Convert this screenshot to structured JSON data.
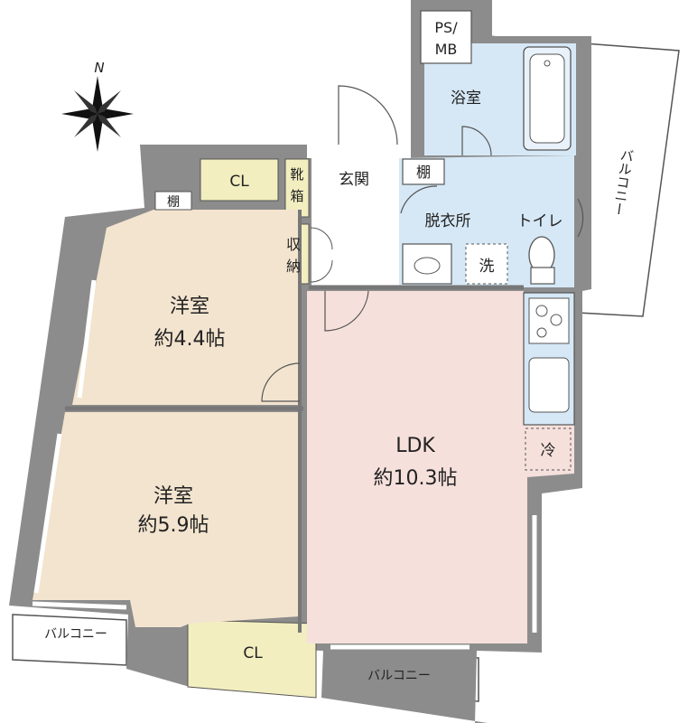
{
  "compass": {
    "north_letter": "N"
  },
  "rooms": {
    "western_room_1": {
      "name": "洋室",
      "size": "約4.4帖"
    },
    "western_room_2": {
      "name": "洋室",
      "size": "約5.9帖"
    },
    "ldk": {
      "name": "LDK",
      "size": "約10.3帖"
    },
    "bathroom": "浴室",
    "ps_mb_line1": "PS/",
    "ps_mb_line2": "MB",
    "entrance": "玄関",
    "dressing_room": "脱衣所",
    "toilet": "トイレ",
    "shelf_upper": "棚",
    "shelf_hall": "棚",
    "closet_top": "CL",
    "closet_bottom": "CL",
    "shoe_box_line1": "靴",
    "shoe_box_line2": "箱",
    "storage_line1": "収",
    "storage_line2": "納",
    "washer": "洗",
    "fridge": "冷",
    "balcony_right": "バルコニー",
    "balcony_left_bottom": "バルコニー",
    "balcony_center_bottom": "バルコニー"
  },
  "colors": {
    "wall": "#8c8c8c",
    "western_room": "#f3e4cf",
    "ldk": "#f6e0dc",
    "wet_area": "#d6e8f6",
    "closet": "#f2eec0",
    "outline": "#444444"
  }
}
